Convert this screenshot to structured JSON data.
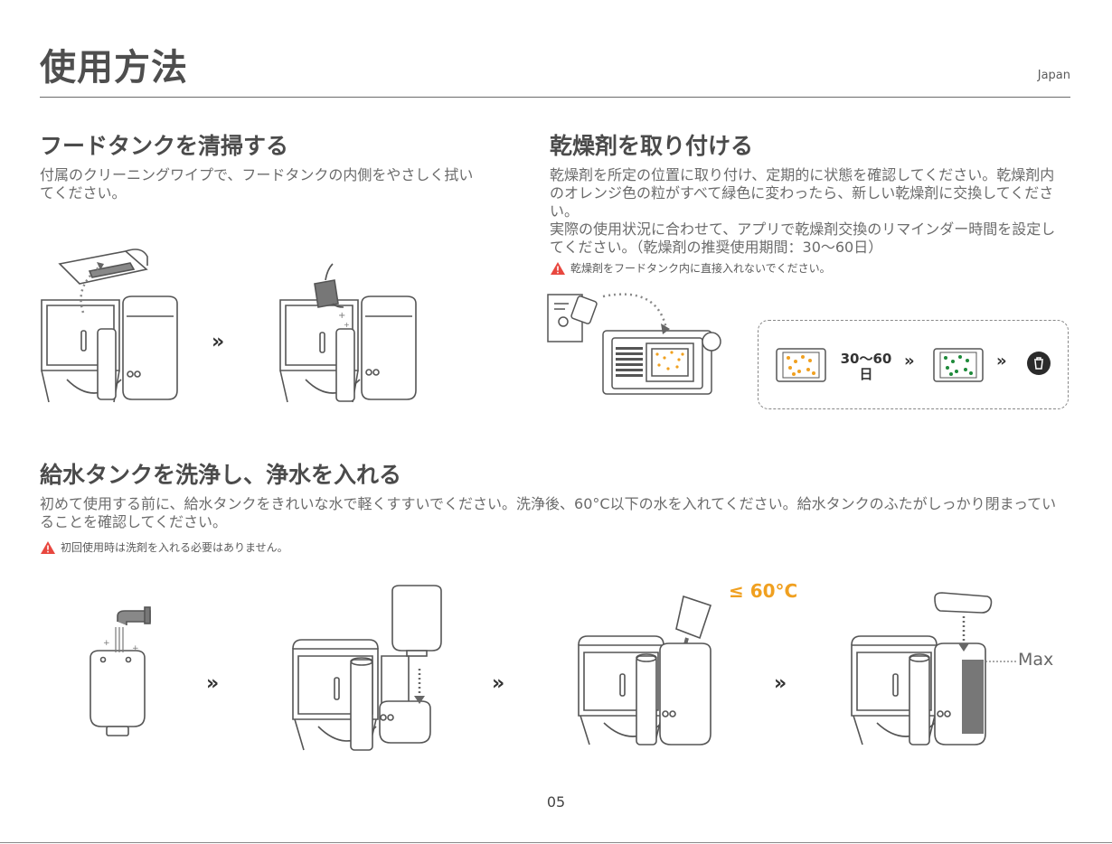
{
  "header": {
    "title": "使用方法",
    "region": "Japan"
  },
  "section_food_tank": {
    "heading": "フードタンクを清掃する",
    "body": "付属のクリーニングワイプで、フードタンクの内側をやさしく拭いてください。"
  },
  "section_desiccant": {
    "heading": "乾燥剤を取り付ける",
    "body1": "乾燥剤を所定の位置に取り付け、定期的に状態を確認してください。乾燥剤内のオレンジ色の粒がすべて緑色に変わったら、新しい乾燥剤に交換してください。",
    "body2": "実際の使用状況に合わせて、アプリで乾燥剤交換のリマインダー時間を設定してください。（乾燥剤の推奨使用期間：30〜60日）",
    "warning": "乾燥剤をフードタンク内に直接入れないでください。",
    "period_label": "30〜60日"
  },
  "section_water_tank": {
    "heading": "給水タンクを洗浄し、浄水を入れる",
    "body": "初めて使用する前に、給水タンクをきれいな水で軽くすすいでください。洗浄後、60°C以下の水を入れてください。給水タンクのふたがしっかり閉まっていることを確認してください。",
    "warning": "初回使用時は洗剤を入れる必要はありません。",
    "temp_label": "≤ 60°C",
    "max_label": "Max"
  },
  "colors": {
    "text": "#4a4a4a",
    "warning_red": "#e8473f",
    "orange": "#f0a020",
    "green": "#1e8a3a",
    "rule": "#6b6b6b"
  },
  "icons": [
    "warning-icon",
    "trash-icon",
    "double-chevron-icon"
  ],
  "footer": {
    "page_number": "05"
  }
}
